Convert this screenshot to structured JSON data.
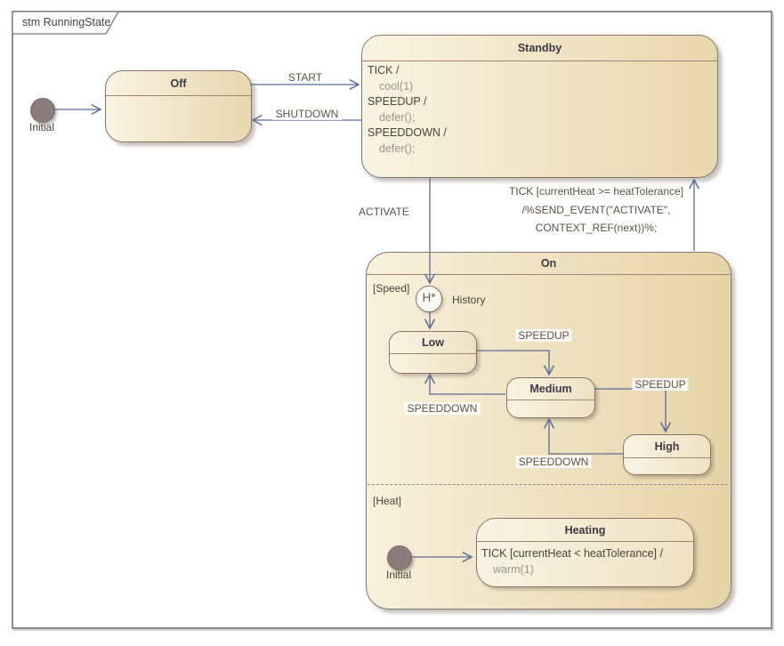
{
  "frame": {
    "label": "stm RunningState"
  },
  "colors": {
    "state_fill_left": "#f9f3e2",
    "state_fill_right": "#e8d7ae",
    "state_border": "#8a7466",
    "transition_line": "#5a6b96",
    "initial_fill": "#8d7a7b",
    "action_text": "#9a958d",
    "event_text": "#4b4339"
  },
  "states": {
    "off": {
      "title": "Off"
    },
    "standby": {
      "title": "Standby",
      "behaviors": [
        {
          "event": "TICK /",
          "action": "cool(1)"
        },
        {
          "event": "SPEEDUP /",
          "action": "defer();"
        },
        {
          "event": "SPEEDDOWN /",
          "action": "defer();"
        }
      ]
    },
    "on": {
      "title": "On",
      "region_speed_label": "[Speed]",
      "region_heat_label": "[Heat]"
    },
    "low": {
      "title": "Low"
    },
    "medium": {
      "title": "Medium"
    },
    "high": {
      "title": "High"
    },
    "heating": {
      "title": "Heating",
      "event": "TICK [currentHeat < heatTolerance] /",
      "action": "warm(1)"
    }
  },
  "pseudostates": {
    "initial_top": {
      "label": "Initial"
    },
    "initial_heat": {
      "label": "Initial"
    },
    "history": {
      "symbol": "H*",
      "label": "History"
    }
  },
  "transitions": {
    "start": {
      "label": "START"
    },
    "shutdown": {
      "label": "SHUTDOWN"
    },
    "activate": {
      "label": "ACTIVATE"
    },
    "tick_return": {
      "line1": "TICK [currentHeat >= heatTolerance]",
      "line2": "/%SEND_EVENT(\"ACTIVATE\",",
      "line3": "CONTEXT_REF(next))%;"
    },
    "speedup_low_medium": {
      "label": "SPEEDUP"
    },
    "speedup_medium_high": {
      "label": "SPEEDUP"
    },
    "speeddown_medium_low": {
      "label": "SPEEDDOWN"
    },
    "speeddown_high_medium": {
      "label": "SPEEDDOWN"
    }
  }
}
